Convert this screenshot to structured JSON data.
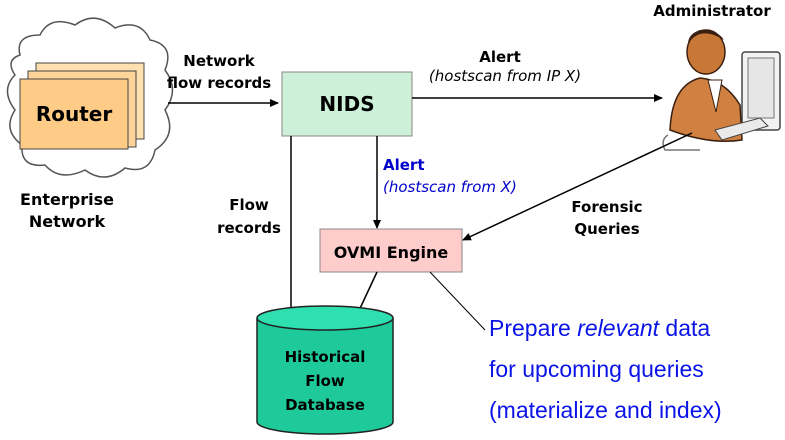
{
  "nodes": {
    "router": "Router",
    "enterprise_network": [
      "Enterprise",
      "Network"
    ],
    "nids": "NIDS",
    "ovmi_engine": "OVMI Engine",
    "database": [
      "Historical",
      "Flow",
      "Database"
    ],
    "administrator": "Administrator"
  },
  "edges": {
    "network_flow_records": [
      "Network",
      "flow records"
    ],
    "alert_top": {
      "title": "Alert",
      "detail": "(hostscan from IP X)"
    },
    "alert_mid": {
      "title": "Alert",
      "detail": "(hostscan from X)"
    },
    "flow_records": [
      "Flow",
      "records"
    ],
    "forensic_queries": [
      "Forensic",
      "Queries"
    ]
  },
  "note": {
    "line1_pre": "Prepare ",
    "line1_em": "relevant",
    "line1_post": " data",
    "line2": "for upcoming queries",
    "line3": "(materialize and index)"
  },
  "colors": {
    "router_fill": "#ffcc88",
    "nids_fill": "#ccf0d8",
    "ovmi_fill": "#ffcccc",
    "database_fill": "#1ec99a",
    "alert_blue": "#0000cc",
    "note_blue": "#0a14e6"
  }
}
